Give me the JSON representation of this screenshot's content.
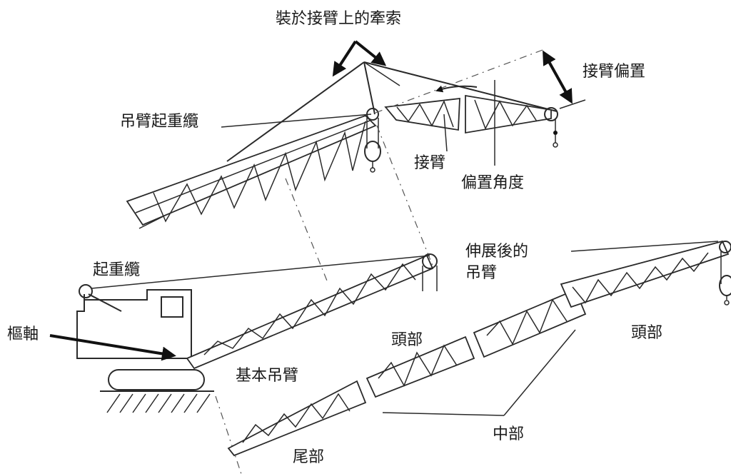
{
  "labels": {
    "jib_pendant": "裝於接臂上的牽索",
    "jib_offset": "接臂偏置",
    "boom_hoist_rope": "吊臂起重纜",
    "jib": "接臂",
    "offset_angle": "偏置角度",
    "extended_boom_line1": "伸展後的",
    "extended_boom_line2": "吊臂",
    "hoist_rope": "起重纜",
    "pivot": "樞軸",
    "head_section_1": "頭部",
    "head_section_2": "頭部",
    "base_boom": "基本吊臂",
    "middle_section": "中部",
    "tail_section": "尾部"
  },
  "colors": {
    "line": "#2a2a2a",
    "background": "#ffffff"
  }
}
